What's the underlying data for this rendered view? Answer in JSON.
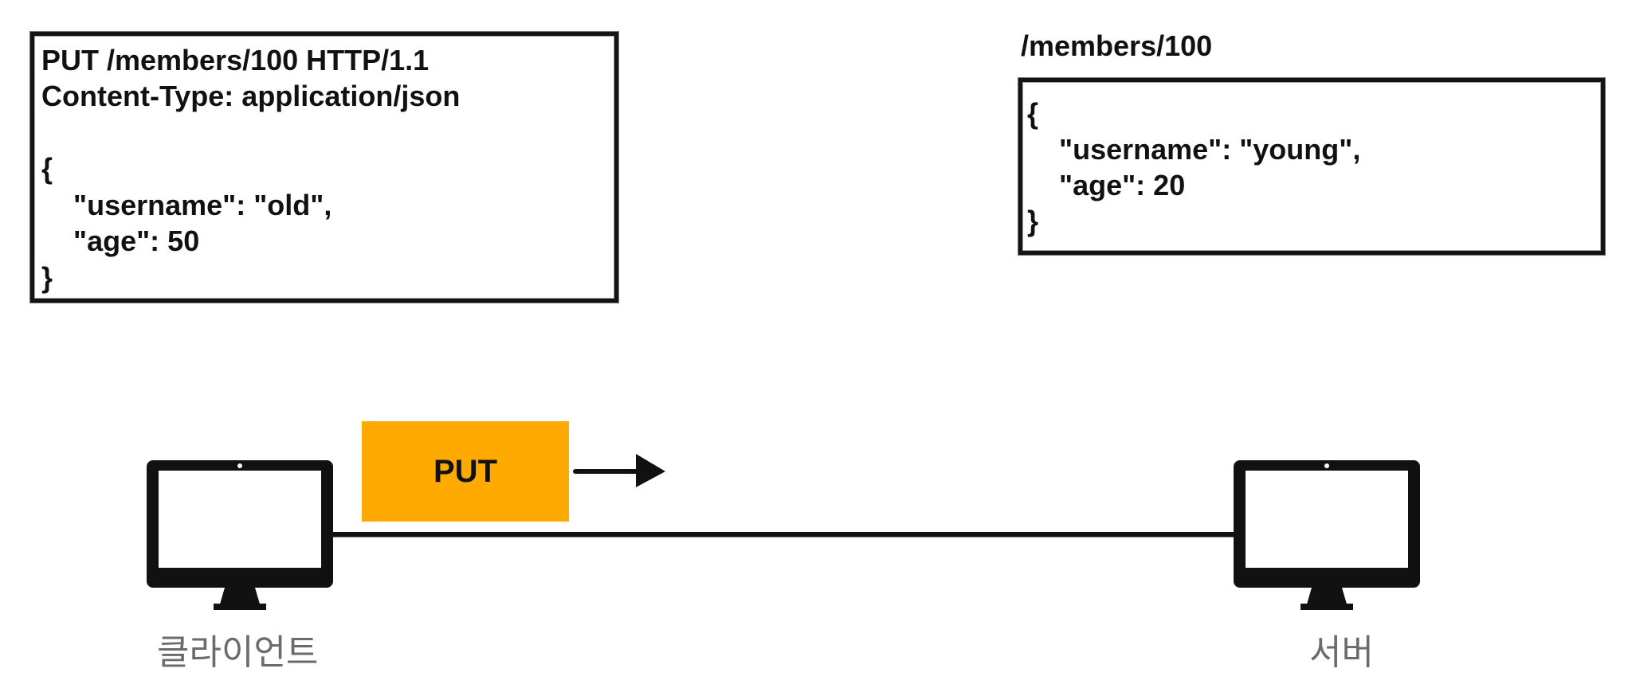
{
  "request": {
    "lines": [
      "PUT /members/100 HTTP/1.1",
      "Content-Type: application/json",
      "",
      "{",
      "    \"username\": \"old\",",
      "    \"age\": 50",
      "}"
    ]
  },
  "server_resource": {
    "path": "/members/100",
    "lines": [
      "{",
      "    \"username\": \"young\",",
      "    \"age\": 20",
      "}"
    ]
  },
  "method_badge": {
    "label": "PUT",
    "color": "#ffaa00"
  },
  "devices": {
    "client": {
      "label": "클라이언트",
      "icon": "monitor-icon"
    },
    "server": {
      "label": "서버",
      "icon": "monitor-icon"
    }
  }
}
